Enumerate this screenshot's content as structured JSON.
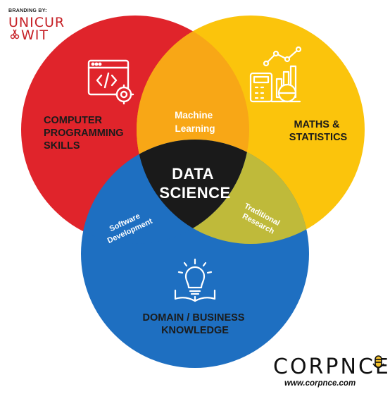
{
  "branding": {
    "label": "BRANDING BY:",
    "line1": "UNICUR",
    "line2": "WIT"
  },
  "diagram": {
    "center": {
      "line1": "DATA",
      "line2": "SCIENCE"
    },
    "circles": {
      "computer": {
        "line1": "COMPUTER",
        "line2": "PROGRAMMING",
        "line3": "SKILLS",
        "color": "#e0242b",
        "icon": "code-window-gear-icon"
      },
      "maths": {
        "line1": "MATHS &",
        "line2": "STATISTICS",
        "color": "#fbc40c",
        "icon": "calculator-chart-icon"
      },
      "domain": {
        "line1": "DOMAIN / BUSINESS",
        "line2": "KNOWLEDGE",
        "color": "#1e6fc1",
        "icon": "lightbulb-book-icon"
      }
    },
    "overlaps": {
      "machine_learning": {
        "line1": "Machine",
        "line2": "Learning",
        "color": "#f8a716"
      },
      "software_development": {
        "line1": "Software",
        "line2": "Development",
        "color": "#1e6fc1"
      },
      "traditional_research": {
        "line1": "Traditional",
        "line2": "Research",
        "color": "#bfba3a"
      },
      "core_color": "#1a1a1a"
    }
  },
  "footer": {
    "brand": "CORPNCE",
    "url": "www.corpnce.com"
  }
}
